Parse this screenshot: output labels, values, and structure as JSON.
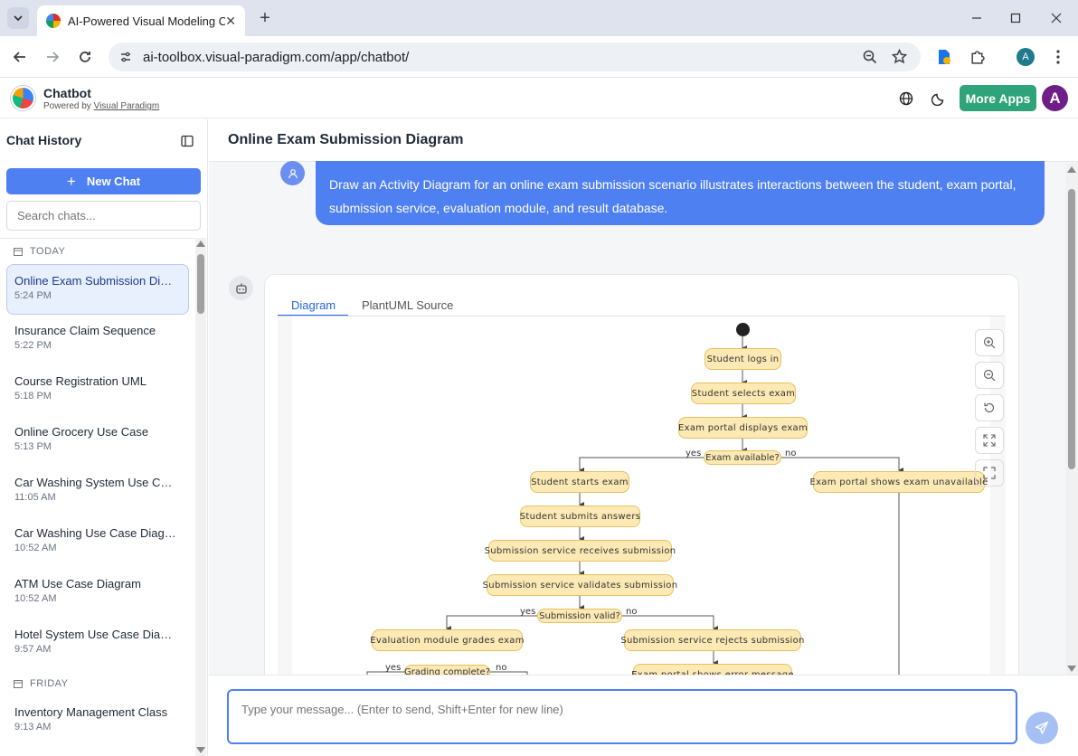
{
  "browser": {
    "tab_title": "AI-Powered Visual Modeling Ch",
    "url": "ai-toolbox.visual-paradigm.com/app/chatbot/",
    "profile_initial": "A"
  },
  "app": {
    "title": "Chatbot",
    "powered_prefix": "Powered by",
    "powered_link": "Visual Paradigm",
    "more_apps": "More Apps",
    "avatar_initial": "A",
    "accent": "#4f80f1",
    "more_apps_color": "#2fa37a"
  },
  "sidebar": {
    "title": "Chat History",
    "new_chat": "New Chat",
    "search_placeholder": "Search chats...",
    "groups": [
      {
        "label": "TODAY"
      },
      {
        "label": "FRIDAY"
      }
    ],
    "items": [
      {
        "name": "Online Exam Submission Diagram",
        "time": "5:24 PM"
      },
      {
        "name": "Insurance Claim Sequence",
        "time": "5:22 PM"
      },
      {
        "name": "Course Registration UML",
        "time": "5:18 PM"
      },
      {
        "name": "Online Grocery Use Case",
        "time": "5:13 PM"
      },
      {
        "name": "Car Washing System Use Case",
        "time": "11:05 AM"
      },
      {
        "name": "Car Washing Use Case Diagram",
        "time": "10:52 AM"
      },
      {
        "name": "ATM Use Case Diagram",
        "time": "10:52 AM"
      },
      {
        "name": "Hotel System Use Case Diagram",
        "time": "9:57 AM"
      },
      {
        "name": "Inventory Management Class",
        "time": "9:13 AM"
      }
    ]
  },
  "main": {
    "title": "Online Exam Submission Diagram",
    "user_message": "Draw an Activity Diagram for an online exam submission scenario illustrates interactions between the student, exam portal, submission service, evaluation module, and result database.",
    "tabs": [
      {
        "label": "Diagram"
      },
      {
        "label": "PlantUML Source"
      }
    ],
    "input_placeholder": "Type your message... (Enter to send, Shift+Enter for new line)"
  },
  "diagram": {
    "nodes": [
      "Student logs in",
      "Student selects exam",
      "Exam portal displays exam",
      "Student starts exam",
      "Exam portal shows exam unavailable",
      "Student submits answers",
      "Submission service receives submission",
      "Submission service validates submission",
      "Evaluation module grades exam",
      "Submission service rejects submission",
      "Exam portal shows error message"
    ],
    "decisions": [
      "Exam available?",
      "Submission valid?",
      "Grading complete?"
    ],
    "branch_labels": {
      "yes": "yes",
      "no": "no"
    }
  }
}
